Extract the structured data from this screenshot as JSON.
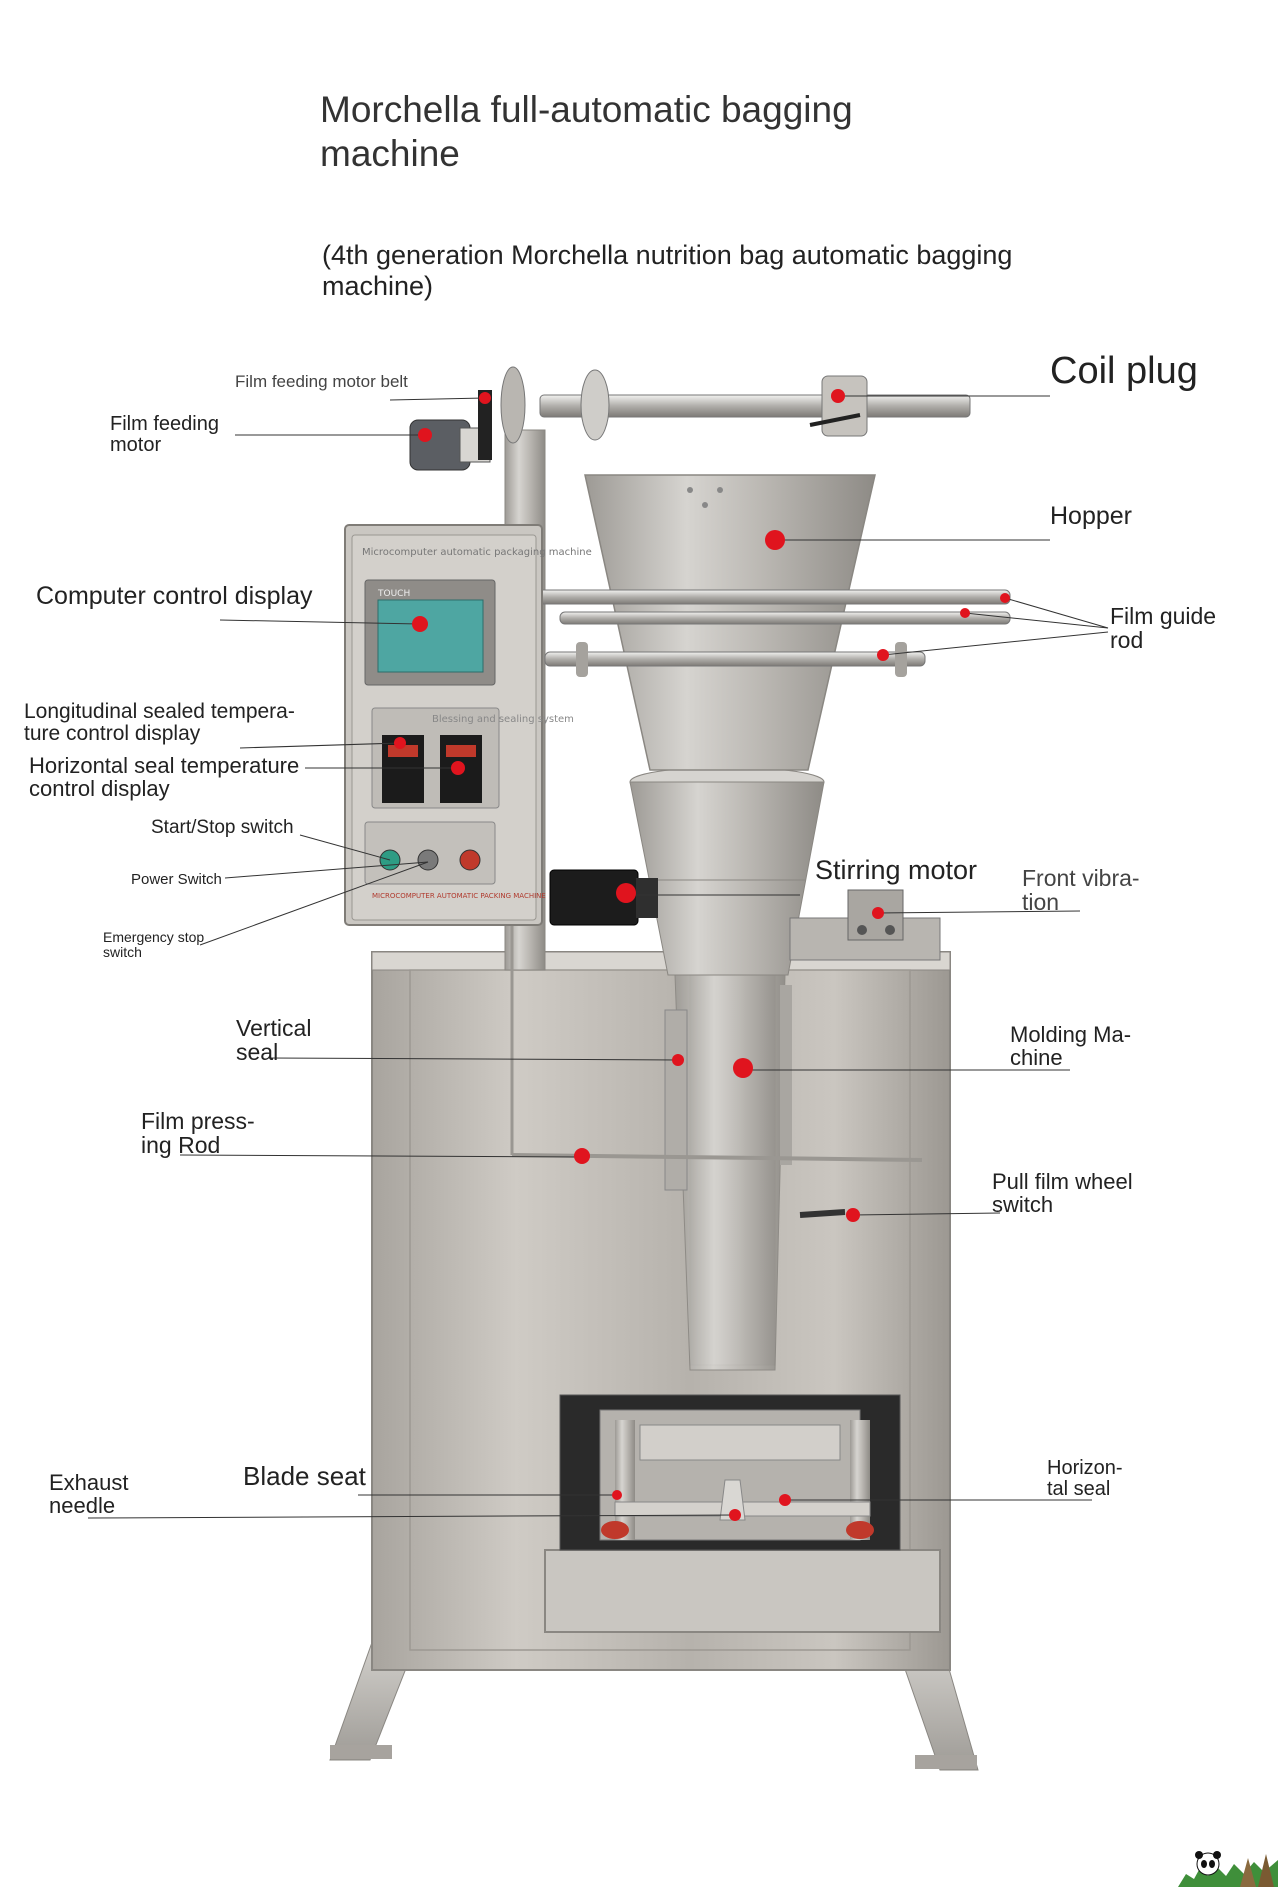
{
  "header": {
    "title": "Morchella full-automatic bagging machine",
    "subtitle": "(4th generation Morchella nutrition bag automatic bagging machine)"
  },
  "machine": {
    "panel_top_text": "Microcomputer automatic packaging machine",
    "touch_label": "TOUCH",
    "panel_banner_text": "MICROCOMPUTER AUTOMATIC PACKING MACHINE",
    "watermark": "Blessing and sealing system"
  },
  "labels": {
    "coil_plug": "Coil plug",
    "film_feeding_motor_belt": "Film feeding motor belt",
    "film_feeding_motor": [
      "Film feeding",
      "motor"
    ],
    "hopper": "Hopper",
    "computer_control_display": "Computer control display",
    "film_guide_rod": [
      "Film guide",
      "rod"
    ],
    "longitudinal_sealed": [
      "Longitudinal sealed tempera-",
      "ture control display"
    ],
    "horizontal_seal_display": [
      "Horizontal seal temperature",
      "control display"
    ],
    "start_stop_switch": "Start/Stop switch",
    "power_switch": "Power Switch",
    "emergency_stop_switch": [
      "Emergency stop",
      "switch"
    ],
    "stirring_motor": "Stirring motor",
    "front_vibration": [
      "Front vibra-",
      "tion"
    ],
    "vertical_seal": [
      "Vertical",
      "seal"
    ],
    "molding_machine": [
      "Molding Ma-",
      "chine"
    ],
    "film_pressing_rod": [
      "Film press-",
      "ing Rod"
    ],
    "pull_film_wheel_switch": [
      "Pull film wheel",
      "switch"
    ],
    "exhaust_needle": [
      "Exhaust",
      "needle"
    ],
    "blade_seat": "Blade seat",
    "horizontal_seal": [
      "Horizon-",
      "tal seal"
    ]
  },
  "colors": {
    "marker": "#e0141e",
    "steel": "#b8b6b2",
    "steel_dark": "#8f8c88",
    "leader": "#333333",
    "screen": "#4ea6a2"
  }
}
